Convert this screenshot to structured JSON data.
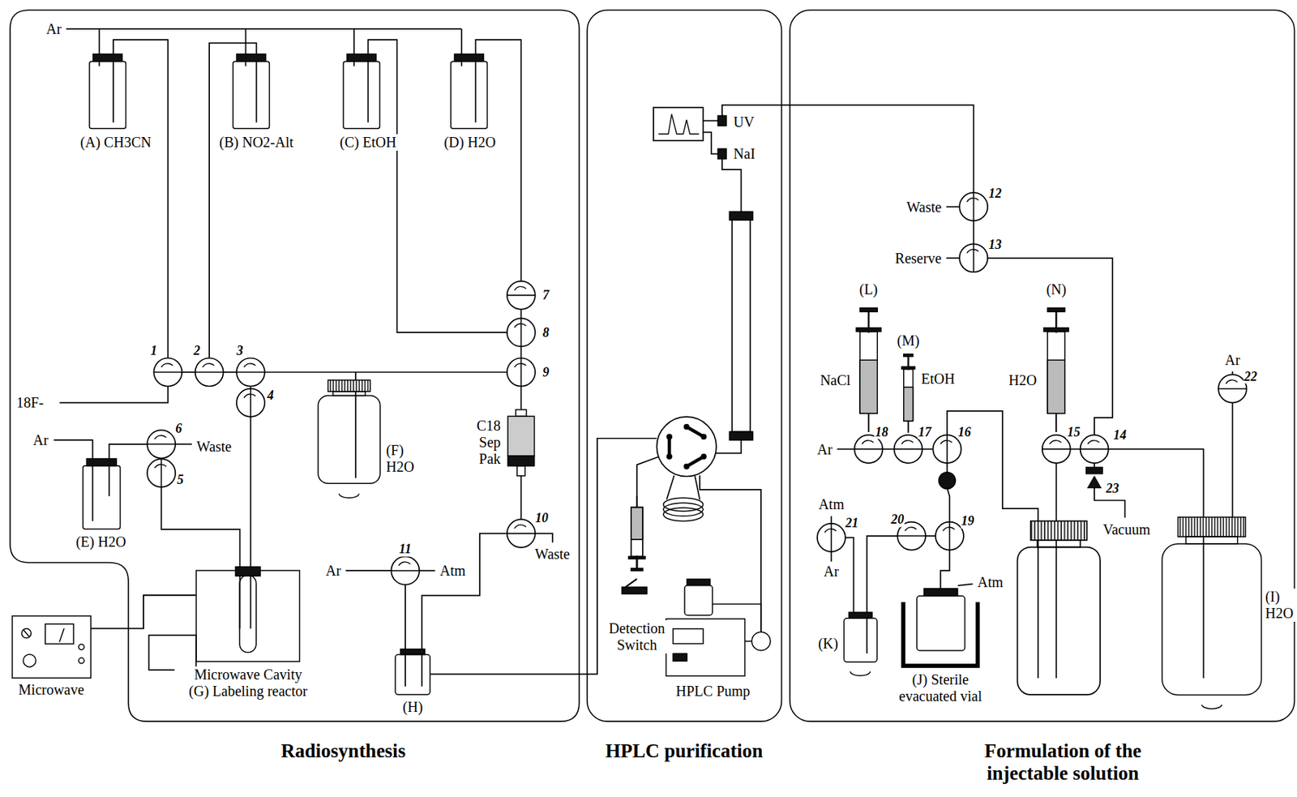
{
  "diagram": {
    "nodes": [
      {
        "text": [
          "Radiosynthesis"
        ]
      },
      {
        "text": [
          "HPLC purification"
        ]
      },
      {
        "text": [
          "Formulation of the injectable solution"
        ]
      },
      {
        "text": [
          "(A) CH3CN"
        ],
        "in": 0
      },
      {
        "text": [
          "(B) NO2-Alt"
        ],
        "in": 0
      },
      {
        "text": [
          "(C) EtOH"
        ],
        "in": 0
      },
      {
        "text": [
          "(D) H2O"
        ],
        "in": 0
      },
      {
        "text": [
          "(E) H2O"
        ],
        "in": 0
      },
      {
        "text": [
          "(F) H2O"
        ],
        "in": 0
      },
      {
        "text": [
          "C18 Sep Pak"
        ],
        "in": 0
      },
      {
        "text": [
          "(H)"
        ],
        "in": 0
      },
      {
        "text": [
          "Microwave Cavity (G) Labeling reactor"
        ],
        "in": 0
      },
      {
        "text": [
          "Microwave"
        ]
      },
      {
        "text": [
          "HPLC Pump"
        ],
        "in": 1
      },
      {
        "text": [
          "(L)",
          "NaCl"
        ],
        "in": 2
      },
      {
        "text": [
          "(M)",
          "EtOH"
        ],
        "in": 2
      },
      {
        "text": [
          "(N)",
          "H2O"
        ],
        "in": 2
      },
      {
        "text": [
          "(K)"
        ],
        "in": 2
      },
      {
        "text": [
          "(J) Sterile evacuated vial"
        ],
        "in": 2
      },
      {
        "text": [
          "(I) H2O"
        ],
        "in": 2
      }
    ],
    "edges": [
      {
        "from": 12,
        "to": 11,
        "arrow": "none"
      }
    ],
    "labels": [
      "Ar",
      "18F-",
      "1",
      "2",
      "3",
      "4",
      "5",
      "6",
      "7",
      "8",
      "9",
      "10",
      "11",
      "Ar",
      "Waste",
      "Ar",
      "Atm",
      "Waste",
      "UV",
      "NaI",
      "Detection Switch",
      "Waste",
      "Reserve",
      "12",
      "13",
      "Ar",
      "18",
      "17",
      "16",
      "15",
      "14",
      "Ar",
      "22",
      "23",
      "Vacuum",
      "Atm",
      "Ar",
      "21",
      "20",
      "19",
      "Atm"
    ]
  }
}
